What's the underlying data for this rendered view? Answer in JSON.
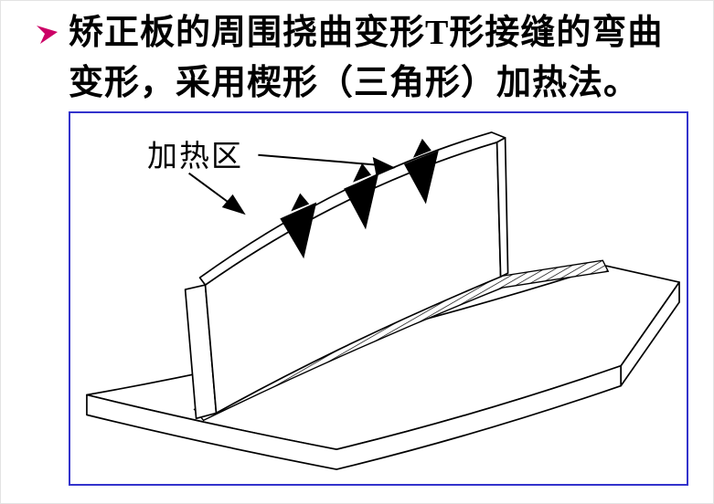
{
  "heading": {
    "bullet_icon": "arrowhead-bullet",
    "bullet_color": "#cc0066",
    "line1": {
      "before_bold": "矫正板的周围挠曲变形",
      "bold": "T",
      "after_bold": "形接缝的弯曲"
    },
    "line2": "变形，采用楔形（三角形）加热法。"
  },
  "diagram": {
    "frame_color": "#3333cc",
    "line_color": "#000000",
    "heating_zone_label": "加热区",
    "wedge_count": 3,
    "description_elements": [
      "base-plate",
      "web-plate",
      "weld-seam-hatch",
      "heating-wedge-triangles",
      "leader-arrows"
    ]
  }
}
